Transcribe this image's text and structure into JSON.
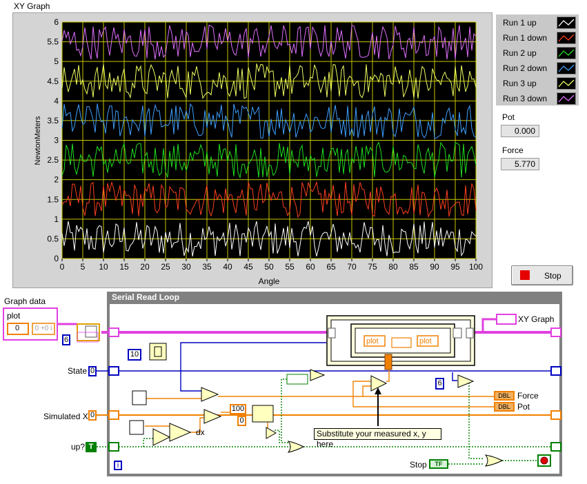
{
  "graph": {
    "title": "XY Graph",
    "xlabel": "Angle",
    "ylabel": "NewtonMeters",
    "x_ticks": [
      "0",
      "5",
      "10",
      "15",
      "20",
      "25",
      "30",
      "35",
      "40",
      "45",
      "50",
      "55",
      "60",
      "65",
      "70",
      "75",
      "80",
      "85",
      "90",
      "95",
      "100"
    ],
    "y_ticks": [
      "0",
      "0.5",
      "1",
      "1.5",
      "2",
      "2.5",
      "3",
      "3.5",
      "4",
      "4.5",
      "5",
      "5.5",
      "6"
    ]
  },
  "chart_data": {
    "type": "line",
    "title": "XY Graph",
    "xlabel": "Angle",
    "ylabel": "NewtonMeters",
    "xlim": [
      0,
      100
    ],
    "ylim": [
      0,
      6
    ],
    "grid": true,
    "legend_position": "right",
    "series": [
      {
        "name": "Run 1 up",
        "color": "#ffffff",
        "y_range": [
          0,
          1
        ]
      },
      {
        "name": "Run 1 down",
        "color": "#ff4020",
        "y_range": [
          1,
          2
        ]
      },
      {
        "name": "Run 2 up",
        "color": "#20e020",
        "y_range": [
          2,
          3
        ]
      },
      {
        "name": "Run 2 down",
        "color": "#40a0ff",
        "y_range": [
          3,
          4
        ]
      },
      {
        "name": "Run 3 up",
        "color": "#f0ff60",
        "y_range": [
          4,
          5
        ]
      },
      {
        "name": "Run 3 down",
        "color": "#e070ff",
        "y_range": [
          5,
          6
        ]
      }
    ]
  },
  "legend": [
    {
      "label": "Run 1 up",
      "color": "#ffffff"
    },
    {
      "label": "Run 1 down",
      "color": "#ff4020"
    },
    {
      "label": "Run 2 up",
      "color": "#20e020"
    },
    {
      "label": "Run 2 down",
      "color": "#40a0ff"
    },
    {
      "label": "Run 3 up",
      "color": "#f0ff60"
    },
    {
      "label": "Run 3 down",
      "color": "#e070ff"
    }
  ],
  "indicators": {
    "pot_label": "Pot",
    "pot_value": "0.000",
    "force_label": "Force",
    "force_value": "5.770"
  },
  "stop_button": "Stop",
  "diagram": {
    "loop_title": "Serial Read Loop",
    "graph_data_label": "Graph data",
    "plot_label": "plot",
    "plot_index": "0",
    "complex_value": "0 +0 i",
    "const_6a": "6",
    "const_10": "10",
    "const_100": "100",
    "const_0": "0",
    "const_6b": "6",
    "state_label": "State",
    "state_value": "0",
    "sim_x_label": "Simulated X",
    "sim_x_value": "0",
    "up_label": "up?",
    "up_value": "T",
    "dx_label": "dx",
    "plot1": "plot",
    "plot2": "plot",
    "xy_graph_label": "XY Graph",
    "force_label": "Force",
    "pot_label": "Pot",
    "dbl": "DBL",
    "stop_label": "Stop",
    "tf": "TF",
    "iter": "i",
    "note": "Substitute your measured x, y here"
  }
}
